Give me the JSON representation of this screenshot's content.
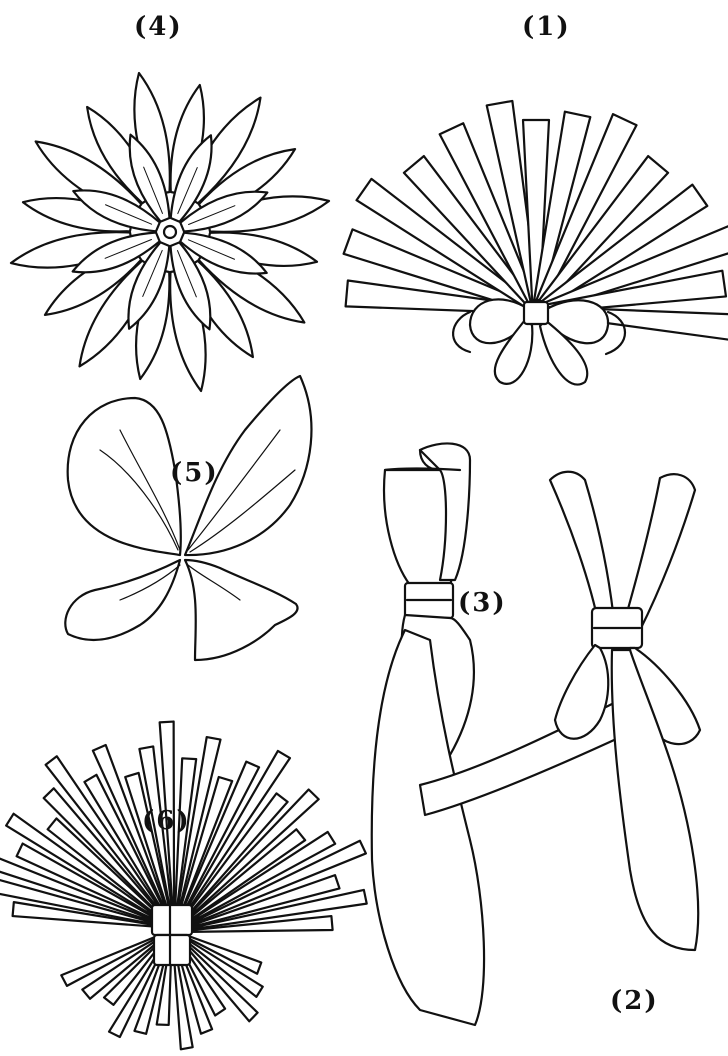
{
  "figures": [
    {
      "id": "fig-4",
      "label": "(4)",
      "subject": "daisy-rosette"
    },
    {
      "id": "fig-1",
      "label": "(1)",
      "subject": "fan-of-loops-with-bow"
    },
    {
      "id": "fig-5",
      "label": "(5)",
      "subject": "four-petal-flower"
    },
    {
      "id": "fig-3",
      "label": "(3)",
      "subject": "single-loop-bow"
    },
    {
      "id": "fig-2",
      "label": "(2)",
      "subject": "crossed-ribbon-bow"
    },
    {
      "id": "fig-6",
      "label": "(6)",
      "subject": "spiky-ribbon-cluster"
    }
  ],
  "colors": {
    "ink": "#111111",
    "paper": "#ffffff"
  }
}
